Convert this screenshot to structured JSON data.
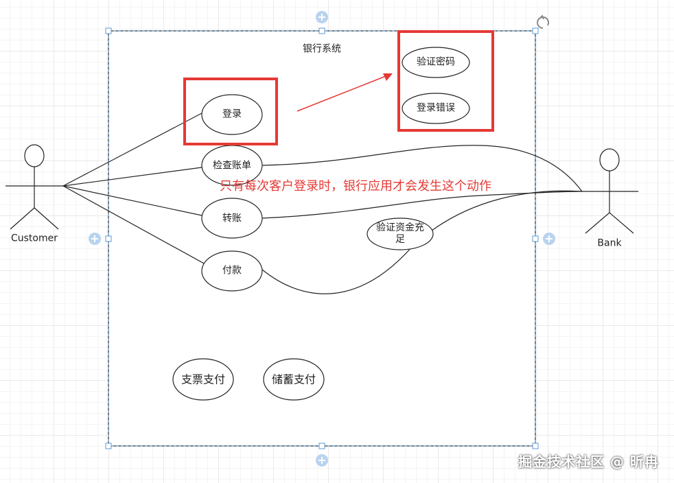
{
  "system": {
    "title": "银行系统"
  },
  "actors": {
    "customer": "Customer",
    "bank": "Bank"
  },
  "use_cases": {
    "login": "登录",
    "check_bill": "检查账单",
    "transfer": "转账",
    "payment": "付款",
    "verify_password": "验证密码",
    "login_error": "登录错误",
    "verify_funds": "验证资金充足",
    "cheque_pay": "支票支付",
    "savings_pay": "储蓄支付"
  },
  "annotation": {
    "note": "只有每次客户登录时，银行应用才会发生这个动作"
  },
  "colors": {
    "highlight": "#e53935",
    "selection": "#5b9bd5",
    "handle_fill": "#b9d3ef"
  },
  "icons": {
    "rotate": "rotate-icon",
    "add_handle": "plus-circle-icon"
  },
  "watermark": "掘金技术社区 @ 昕冉"
}
